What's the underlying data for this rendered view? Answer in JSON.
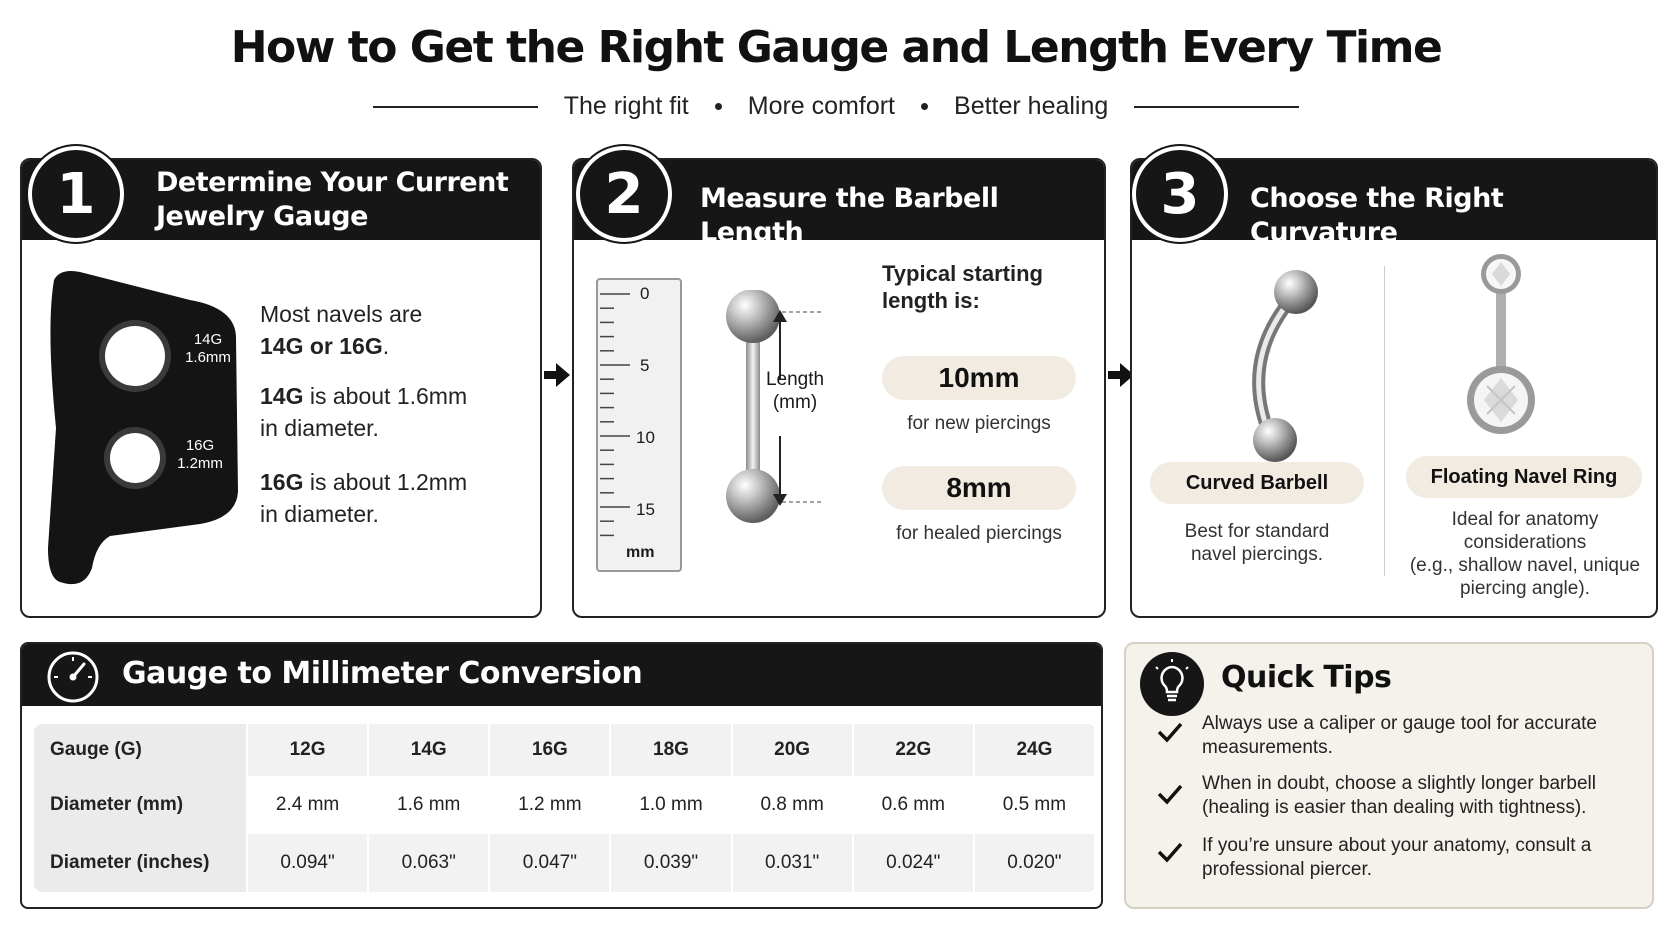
{
  "header": {
    "title": "How to Get the Right Gauge and Length Every Time",
    "subtitle": [
      "The right fit",
      "More comfort",
      "Better healing"
    ]
  },
  "step1": {
    "number": "1",
    "title_line1": "Determine Your Current",
    "title_line2": "Jewelry Gauge",
    "tool_labels": [
      {
        "gauge": "14G",
        "mm": "1.6mm"
      },
      {
        "gauge": "16G",
        "mm": "1.2mm"
      }
    ],
    "text1_pre": "Most navels are",
    "text1_bold": "14G or 16G",
    "text1_post": ".",
    "text2_bold": "14G",
    "text2_rest": " is about 1.6mm",
    "text2_line2": "in diameter.",
    "text3_bold": "16G",
    "text3_rest": " is about 1.2mm",
    "text3_line2": "in diameter."
  },
  "step2": {
    "number": "2",
    "title": "Measure the Barbell Length",
    "ruler_numbers": [
      "0",
      "5",
      "10",
      "15"
    ],
    "ruler_unit": "mm",
    "length_label_line1": "Length",
    "length_label_line2": "(mm)",
    "typical_line1": "Typical starting",
    "typical_line2": "length is:",
    "options": [
      {
        "value": "10mm",
        "caption": "for new piercings"
      },
      {
        "value": "8mm",
        "caption": "for healed piercings"
      }
    ]
  },
  "step3": {
    "number": "3",
    "title": "Choose the Right Curvature",
    "options": [
      {
        "name": "Curved Barbell",
        "desc_lines": [
          "Best for standard",
          "navel piercings."
        ]
      },
      {
        "name": "Floating Navel Ring",
        "desc_lines": [
          "Ideal for anatomy",
          "considerations",
          "(e.g., shallow navel, unique",
          "piercing angle)."
        ]
      }
    ]
  },
  "conversion": {
    "icon": "gauge-dial-icon",
    "title": "Gauge to Millimeter Conversion",
    "rows": [
      {
        "label": "Gauge (G)",
        "cells": [
          "12G",
          "14G",
          "16G",
          "18G",
          "20G",
          "22G",
          "24G"
        ]
      },
      {
        "label": "Diameter (mm)",
        "cells": [
          "2.4 mm",
          "1.6 mm",
          "1.2 mm",
          "1.0 mm",
          "0.8 mm",
          "0.6 mm",
          "0.5 mm"
        ]
      },
      {
        "label": "Diameter (inches)",
        "cells": [
          "0.094\"",
          "0.063\"",
          "0.047\"",
          "0.039\"",
          "0.031\"",
          "0.024\"",
          "0.020\""
        ]
      }
    ]
  },
  "tips": {
    "icon": "lightbulb-icon",
    "title": "Quick Tips",
    "items": [
      {
        "line1": "Always use a caliper or gauge tool for accurate",
        "line2": "measurements."
      },
      {
        "line1": "When in doubt, choose a slightly longer barbell",
        "line2": "(healing is easier than dealing with tightness)."
      },
      {
        "line1": "If you’re unsure about your anatomy, consult a",
        "line2": "professional piercer."
      }
    ]
  },
  "colors": {
    "dark": "#161616",
    "pill": "#f1ebe2",
    "tips_bg": "#f5f2ec"
  }
}
